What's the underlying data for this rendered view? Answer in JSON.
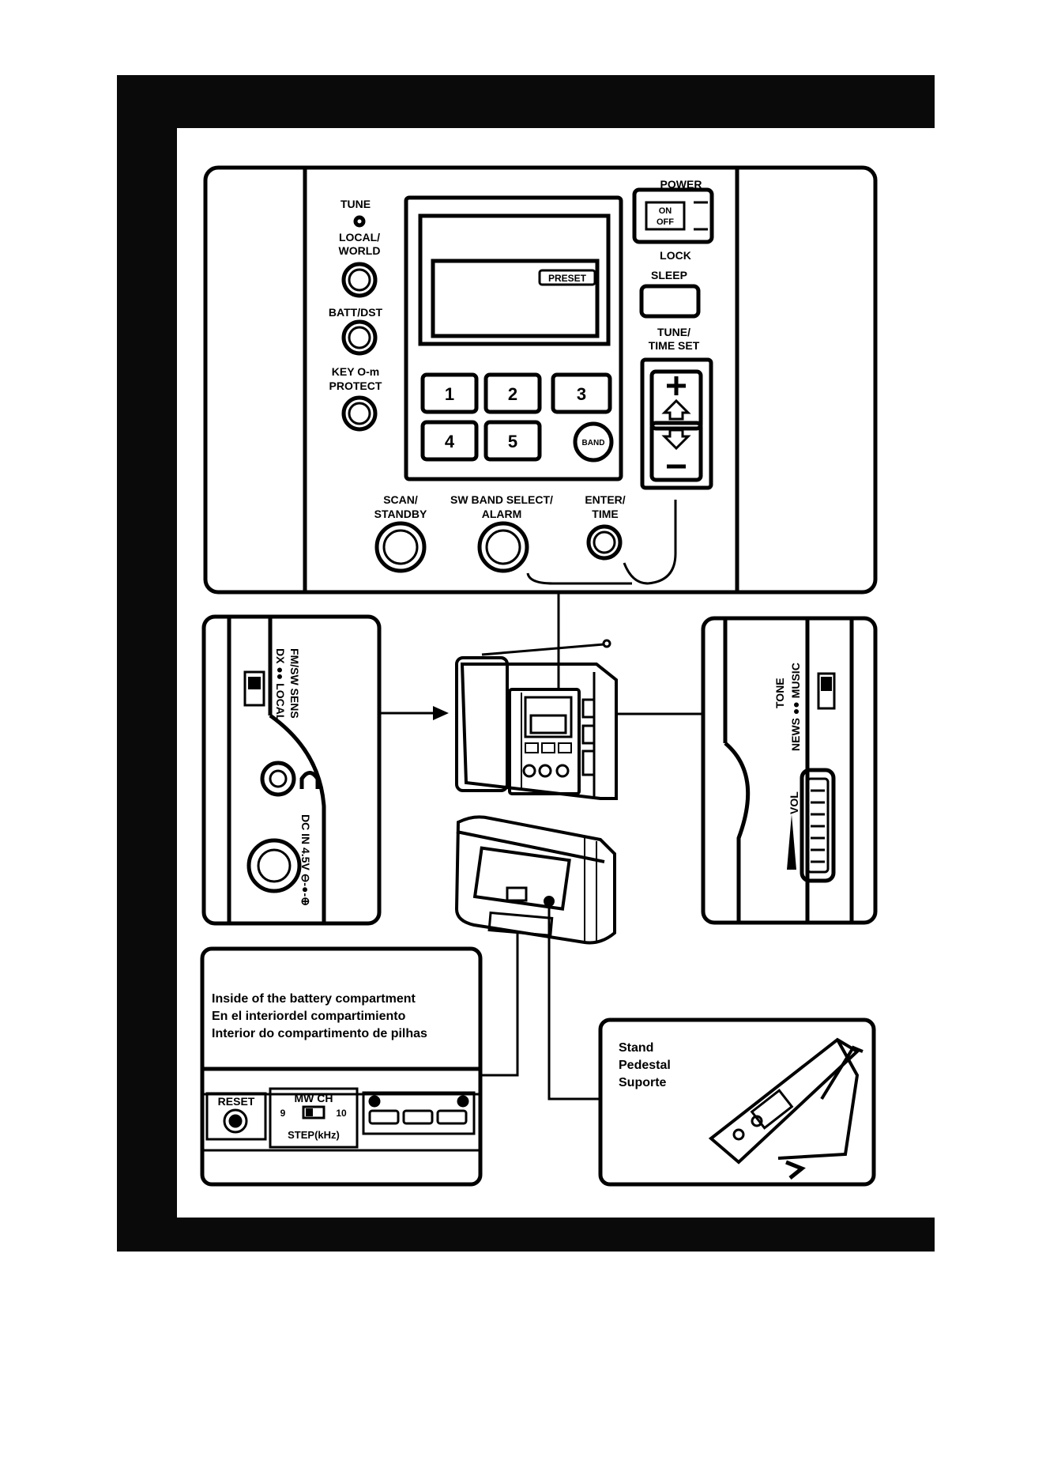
{
  "control_panel": {
    "tune_label": "TUNE",
    "local_world_label": [
      "LOCAL/",
      "WORLD"
    ],
    "batt_dst_label": "BATT/DST",
    "key_protect_label": [
      "KEY  O-m",
      "PROTECT"
    ],
    "display_badge": "PRESET",
    "preset_keys": [
      "1",
      "2",
      "3",
      "4",
      "5"
    ],
    "band_label": "BAND",
    "power_label": "POWER",
    "power_on_label": "ON",
    "power_off_label": "OFF",
    "lock_label": "LOCK",
    "sleep_label": "SLEEP",
    "tune_time_set_label": [
      "TUNE/",
      "TIME SET"
    ],
    "scan_standby_label": [
      "SCAN/",
      "STANDBY"
    ],
    "sw_band_select_label": [
      "SW BAND SELECT/",
      "ALARM"
    ],
    "enter_time_label": [
      "ENTER/",
      "TIME"
    ]
  },
  "left_side_panel": {
    "sens_label": "FM/SW SENS",
    "dx_local_label": "DX ●● LOCAL",
    "dc_in_label": "DC IN 4.5V ⊖-●-⊕"
  },
  "right_side_panel": {
    "tone_label": "TONE",
    "news_music_label": "NEWS ●● MUSIC",
    "vol_label": "VOL"
  },
  "battery_callout": {
    "lines": [
      "Inside of the battery compartment",
      "En el interiordel compartimiento",
      "Interior do compartimento de pilhas"
    ],
    "reset_label": "RESET",
    "mw_ch_label": "MW CH",
    "step_9": "9",
    "step_10": "10",
    "step_label": "STEP(kHz)"
  },
  "stand_callout": {
    "lines": [
      "Stand",
      "Pedestal",
      "Suporte"
    ]
  },
  "colors": {
    "ink": "#000000",
    "paper": "#ffffff",
    "frame": "#0a0a0a"
  }
}
